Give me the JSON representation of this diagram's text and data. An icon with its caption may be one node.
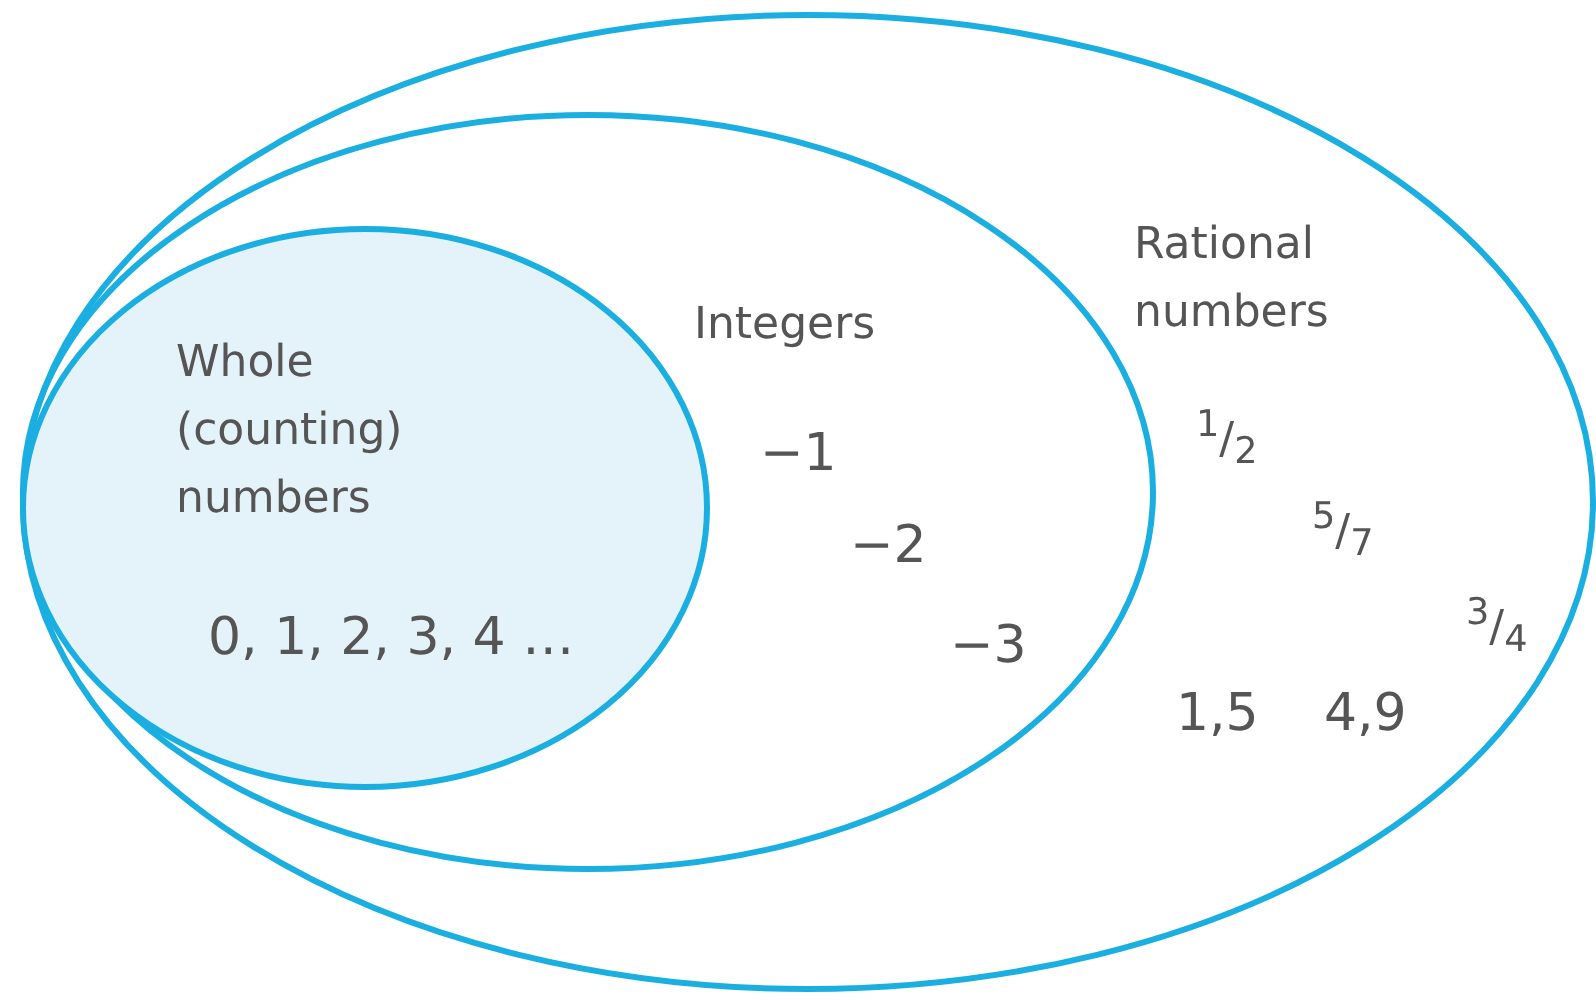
{
  "diagram": {
    "nodes": [
      {
        "text": [
          "Rational numbers",
          "$^{1}$/$_{2}$",
          "$^{5}$/$_{7}$",
          "$^{3}$/$_{4}$",
          "1,5",
          "4,9"
        ]
      },
      {
        "text": [
          "Integers",
          "−1",
          "−2",
          "−3"
        ],
        "in": 0
      },
      {
        "text": [
          "Whole (counting) numbers",
          "0, 1, 2, 3, 4 …"
        ],
        "in": 1
      }
    ]
  }
}
